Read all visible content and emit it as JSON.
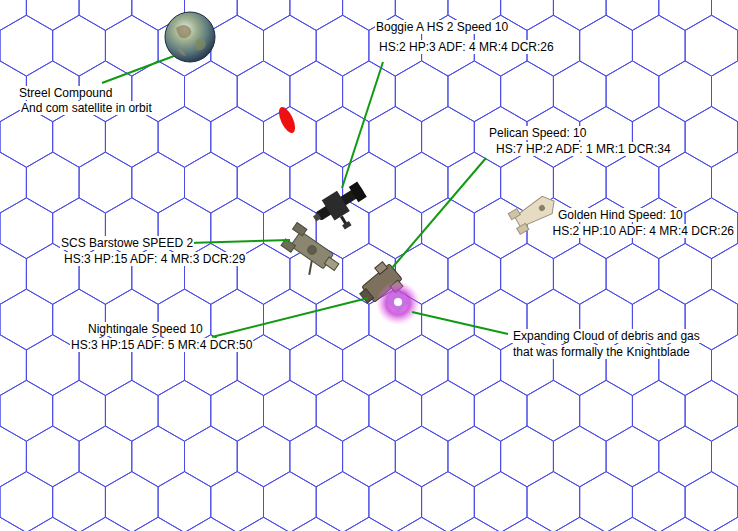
{
  "diagram": {
    "labels": [
      "Streel Compound",
      "And com satellite in orbit",
      "Boggie A HS 2 Speed 10",
      "HS:2 HP:3 ADF: 4 MR:4 DCR:26",
      "Pelican Speed: 10",
      "HS:7 HP:2 ADF: 1 MR:1 DCR:34",
      "Golden Hind Speed: 10",
      "HS:2 HP:10 ADF: 4 MR:4 DCR:26",
      "SCS Barstowe SPEED 2",
      "HS:3 HP:15 ADF: 4 MR:3 DCR:29",
      "Nightingale Speed 10",
      "HS:3 HP:15 ADF: 5 MR:4 DCR:50",
      "Expanding Cloud of debris and gas",
      "that was formally the Knightblade"
    ]
  }
}
